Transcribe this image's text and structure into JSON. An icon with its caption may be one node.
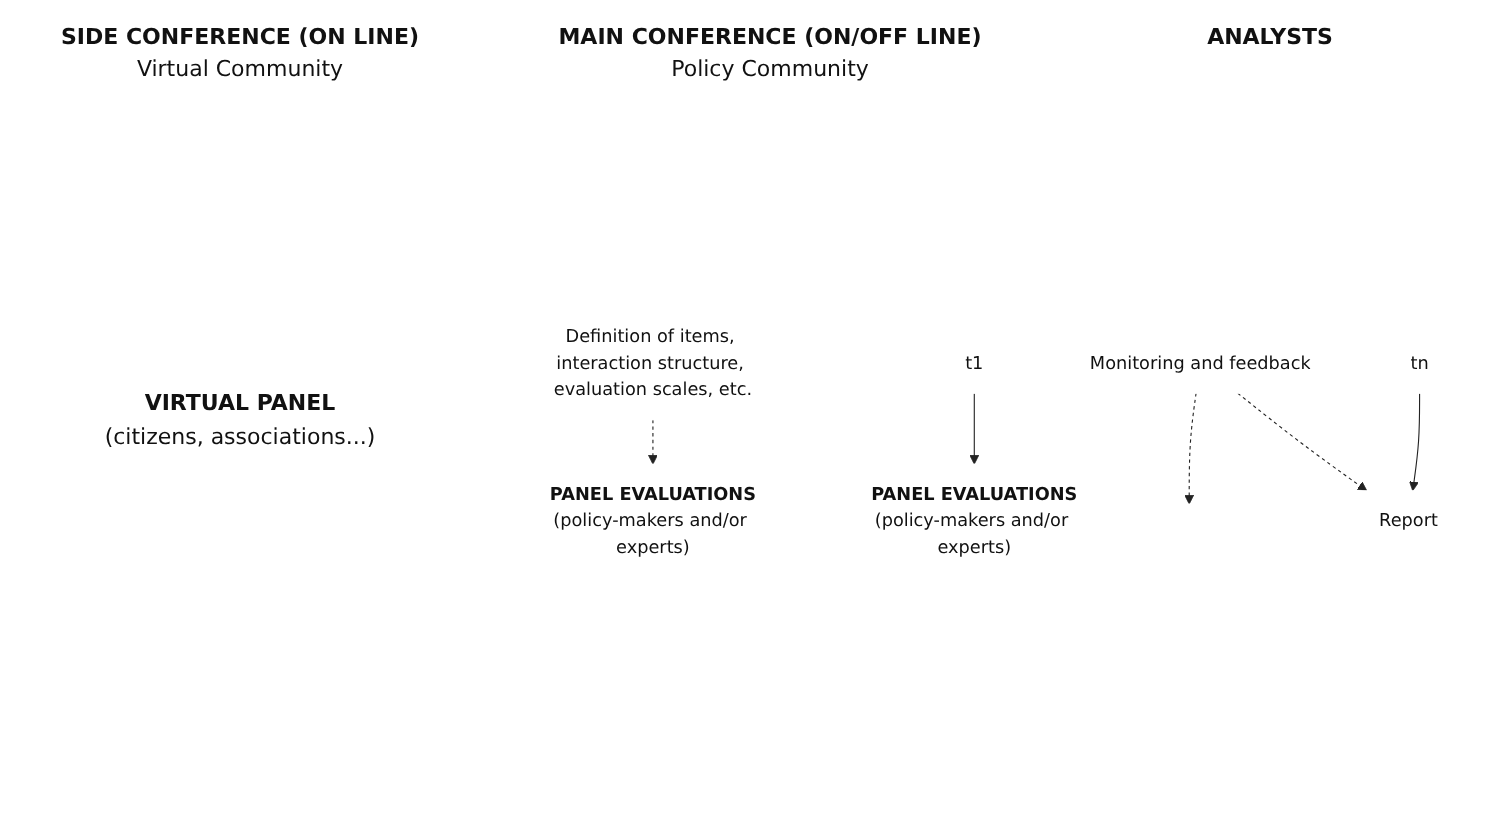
{
  "diagram": {
    "nodes": [
      {
        "text": [
          "PANEL EVALUATIONS",
          "(policy-makers and/or experts)"
        ]
      },
      {
        "text": [
          "Definition of items, interaction structure, evaluation scales, etc."
        ]
      },
      {
        "text": [
          "t1"
        ]
      },
      {
        "text": [
          "Monitoring and feedback"
        ]
      },
      {
        "text": [
          "PANEL EVALUATIONS",
          "(policy-makers and/or experts)"
        ]
      },
      {
        "text": [
          "tn"
        ]
      },
      {
        "text": [
          "Report"
        ]
      }
    ],
    "edges": [
      {
        "from": 1,
        "to": 0,
        "arrow": "to",
        "style": "dashed"
      },
      {
        "from": 2,
        "to": 4,
        "arrow": "to"
      },
      {
        "from": 3,
        "to": null,
        "arrow": "to",
        "style": "dashed"
      },
      {
        "from": 3,
        "to": 6,
        "arrow": "to",
        "style": "dashed"
      },
      {
        "from": 5,
        "to": 6,
        "arrow": "to"
      }
    ],
    "labels": [
      "SIDE CONFERENCE (ON LINE)",
      "Virtual Community",
      "MAIN CONFERENCE (ON/OFF LINE)",
      "Policy Community",
      "ANALYSTS",
      "VIRTUAL PANEL",
      "(citizens, associations...)"
    ]
  }
}
